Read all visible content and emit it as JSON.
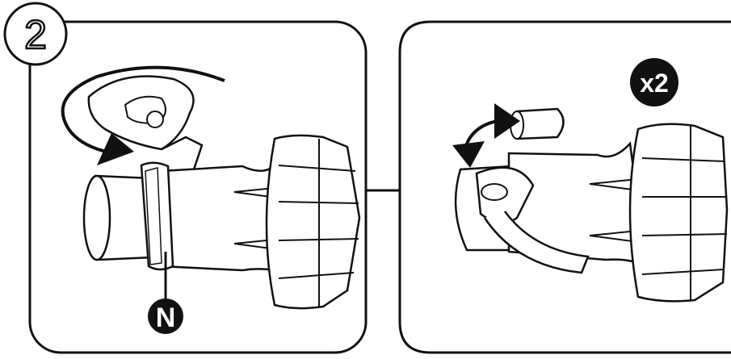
{
  "step": {
    "number": "2"
  },
  "panel_left": {
    "callout_letter": "N"
  },
  "panel_right": {
    "repeat_badge": "x2"
  },
  "colors": {
    "ink": "#111111",
    "paper": "#ffffff",
    "fill_light": "#f4f4f4"
  }
}
